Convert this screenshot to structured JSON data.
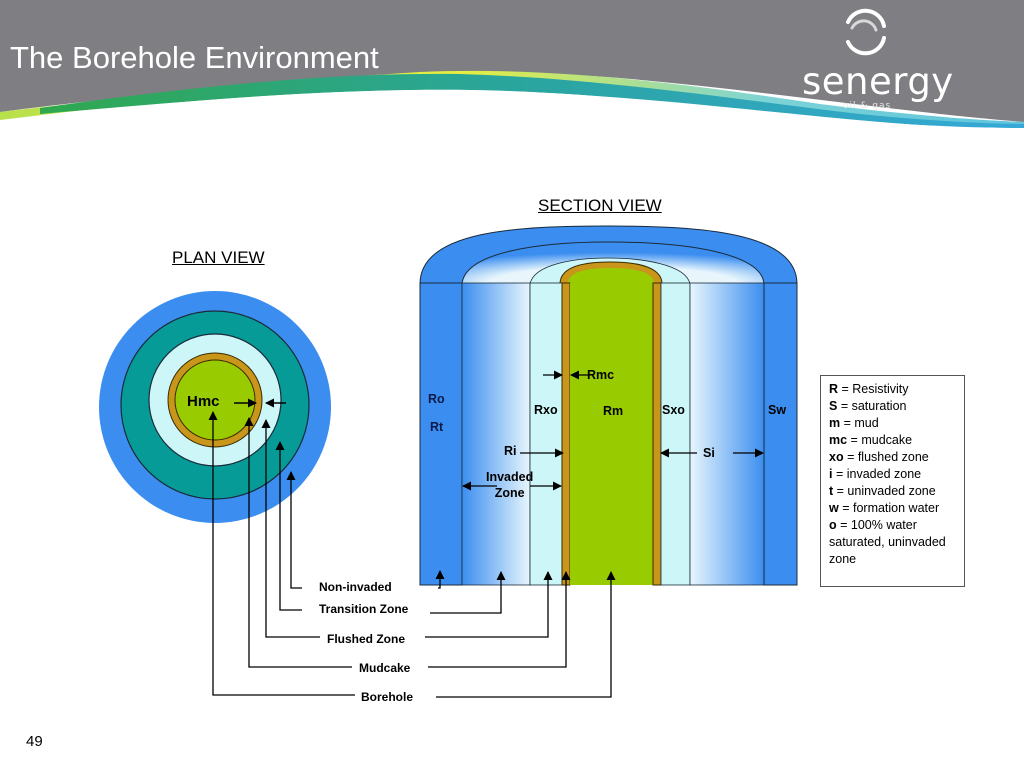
{
  "slide": {
    "title": "The Borehole Environment",
    "page_number": "49"
  },
  "logo": {
    "wordmark": "senergy",
    "tagline": "oil & gas"
  },
  "plan_view": {
    "heading": "PLAN VIEW",
    "center_label": "Hmc",
    "callouts": [
      "Non-invaded",
      "Transition Zone",
      "Flushed Zone",
      "Mudcake",
      "Borehole"
    ]
  },
  "section_view": {
    "heading": "SECTION VIEW",
    "labels": {
      "ro": "Ro",
      "rt": "Rt",
      "rxo": "Rxo",
      "rm": "Rm",
      "rmc": "Rmc",
      "sxo": "Sxo",
      "sw": "Sw",
      "ri": "Ri",
      "si": "Si",
      "invaded_zone": "Invaded\nZone"
    }
  },
  "legend": [
    {
      "key": "R",
      "text": " = Resistivity"
    },
    {
      "key": "S",
      "text": " = saturation"
    },
    {
      "key": "m",
      "text": " = mud"
    },
    {
      "key": "mc",
      "text": " = mudcake"
    },
    {
      "key": "xo",
      "text": " = flushed zone"
    },
    {
      "key": "i",
      "text": " = invaded zone"
    },
    {
      "key": "t",
      "text": " = uninvaded zone"
    },
    {
      "key": "w",
      "text": " = formation water"
    },
    {
      "key": "o",
      "text": " = 100% water saturated, uninvaded zone"
    }
  ],
  "colors": {
    "header_gray": "#7f7f83",
    "formation_blue": "#3b8ef0",
    "transition_teal": "#079b98",
    "flushed_cyan": "#ccf6f8",
    "mudcake_gold": "#c8961a",
    "mud_green": "#99cc00"
  }
}
